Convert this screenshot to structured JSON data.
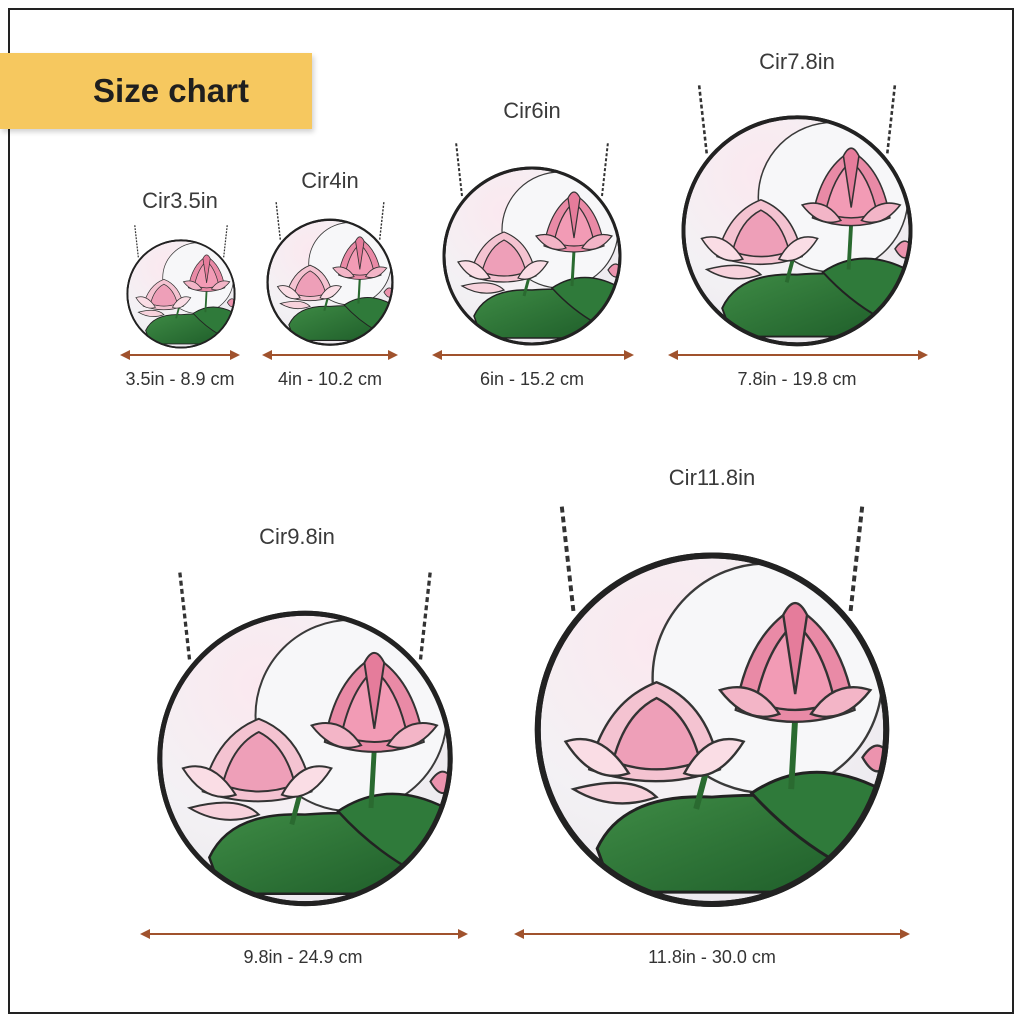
{
  "header": {
    "title": "Size chart"
  },
  "colors": {
    "banner": "#f6c85f",
    "arrow": "#a0522d",
    "leaf_green": "#2f7a3a",
    "petal_pink": "#e98aa6",
    "frame": "#222222"
  },
  "products": [
    {
      "name": "Cir3.5in",
      "measurement": "3.5in - 8.9 cm"
    },
    {
      "name": "Cir4in",
      "measurement": "4in - 10.2 cm"
    },
    {
      "name": "Cir6in",
      "measurement": "6in - 15.2 cm"
    },
    {
      "name": "Cir7.8in",
      "measurement": "7.8in - 19.8 cm"
    },
    {
      "name": "Cir9.8in",
      "measurement": "9.8in - 24.9 cm"
    },
    {
      "name": "Cir11.8in",
      "measurement": "11.8in - 30.0 cm"
    }
  ],
  "icons": {
    "product": "lotus-suncatcher-icon",
    "dimension": "double-arrow-icon"
  }
}
